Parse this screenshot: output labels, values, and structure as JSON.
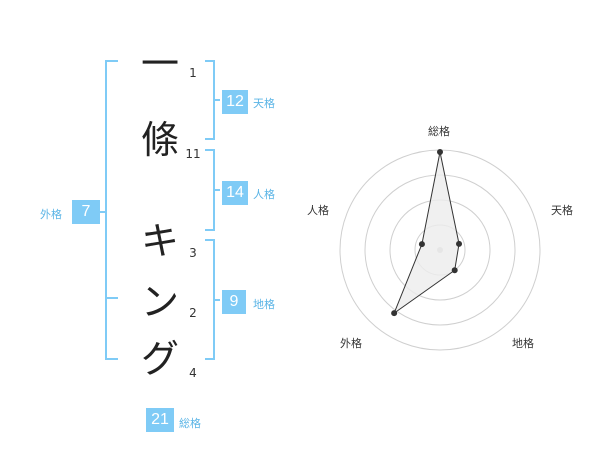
{
  "characters": [
    {
      "char": "一",
      "strokes": "1"
    },
    {
      "char": "條",
      "strokes": "11"
    },
    {
      "char": "キ",
      "strokes": "3"
    },
    {
      "char": "ン",
      "strokes": "2"
    },
    {
      "char": "グ",
      "strokes": "4"
    }
  ],
  "fortune": {
    "tenkaku": {
      "value": "12",
      "label": "天格"
    },
    "jinkaku": {
      "value": "14",
      "label": "人格"
    },
    "chikaku": {
      "value": "9",
      "label": "地格"
    },
    "gaikaku": {
      "value": "7",
      "label": "外格"
    },
    "soukaku": {
      "value": "21",
      "label": "総格"
    }
  },
  "radar": {
    "labels": {
      "top": "総格",
      "right": "天格",
      "bottom_right": "地格",
      "bottom_left": "外格",
      "left": "人格"
    },
    "scores": {
      "soukaku": 0.98,
      "tenkaku": 0.2,
      "chikaku": 0.25,
      "gaikaku": 0.78,
      "jinkaku": 0.19
    },
    "colors": {
      "grid": "#cfcfcf",
      "fill": "#ececec",
      "line": "#333333",
      "center": "#cccccc"
    }
  },
  "colors": {
    "accent": "#7fcbf6",
    "accent_text": "#5ab4e6"
  }
}
